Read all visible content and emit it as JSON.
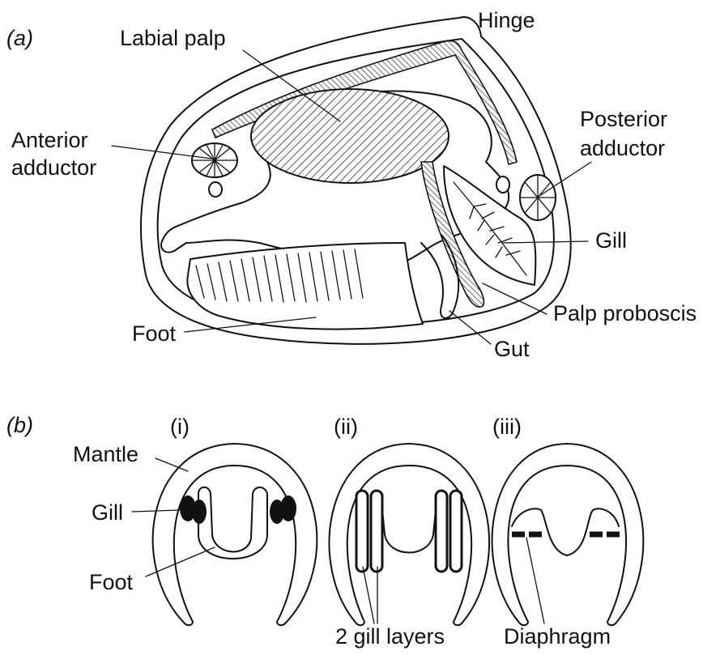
{
  "panel_a": {
    "tag": "(a)",
    "labels": {
      "labial_palp": "Labial palp",
      "hinge": "Hinge",
      "anterior_adductor_line1": "Anterior",
      "anterior_adductor_line2": "adductor",
      "posterior_adductor_line1": "Posterior",
      "posterior_adductor_line2": "adductor",
      "gill": "Gill",
      "palp_proboscis": "Palp proboscis",
      "gut": "Gut",
      "foot": "Foot"
    }
  },
  "panel_b": {
    "tag": "(b)",
    "subpanels": [
      {
        "numeral": "(i)"
      },
      {
        "numeral": "(ii)"
      },
      {
        "numeral": "(iii)"
      }
    ],
    "labels": {
      "mantle": "Mantle",
      "gill": "Gill",
      "foot": "Foot",
      "gill_layers": "2 gill layers",
      "diaphragm": "Diaphragm"
    }
  }
}
